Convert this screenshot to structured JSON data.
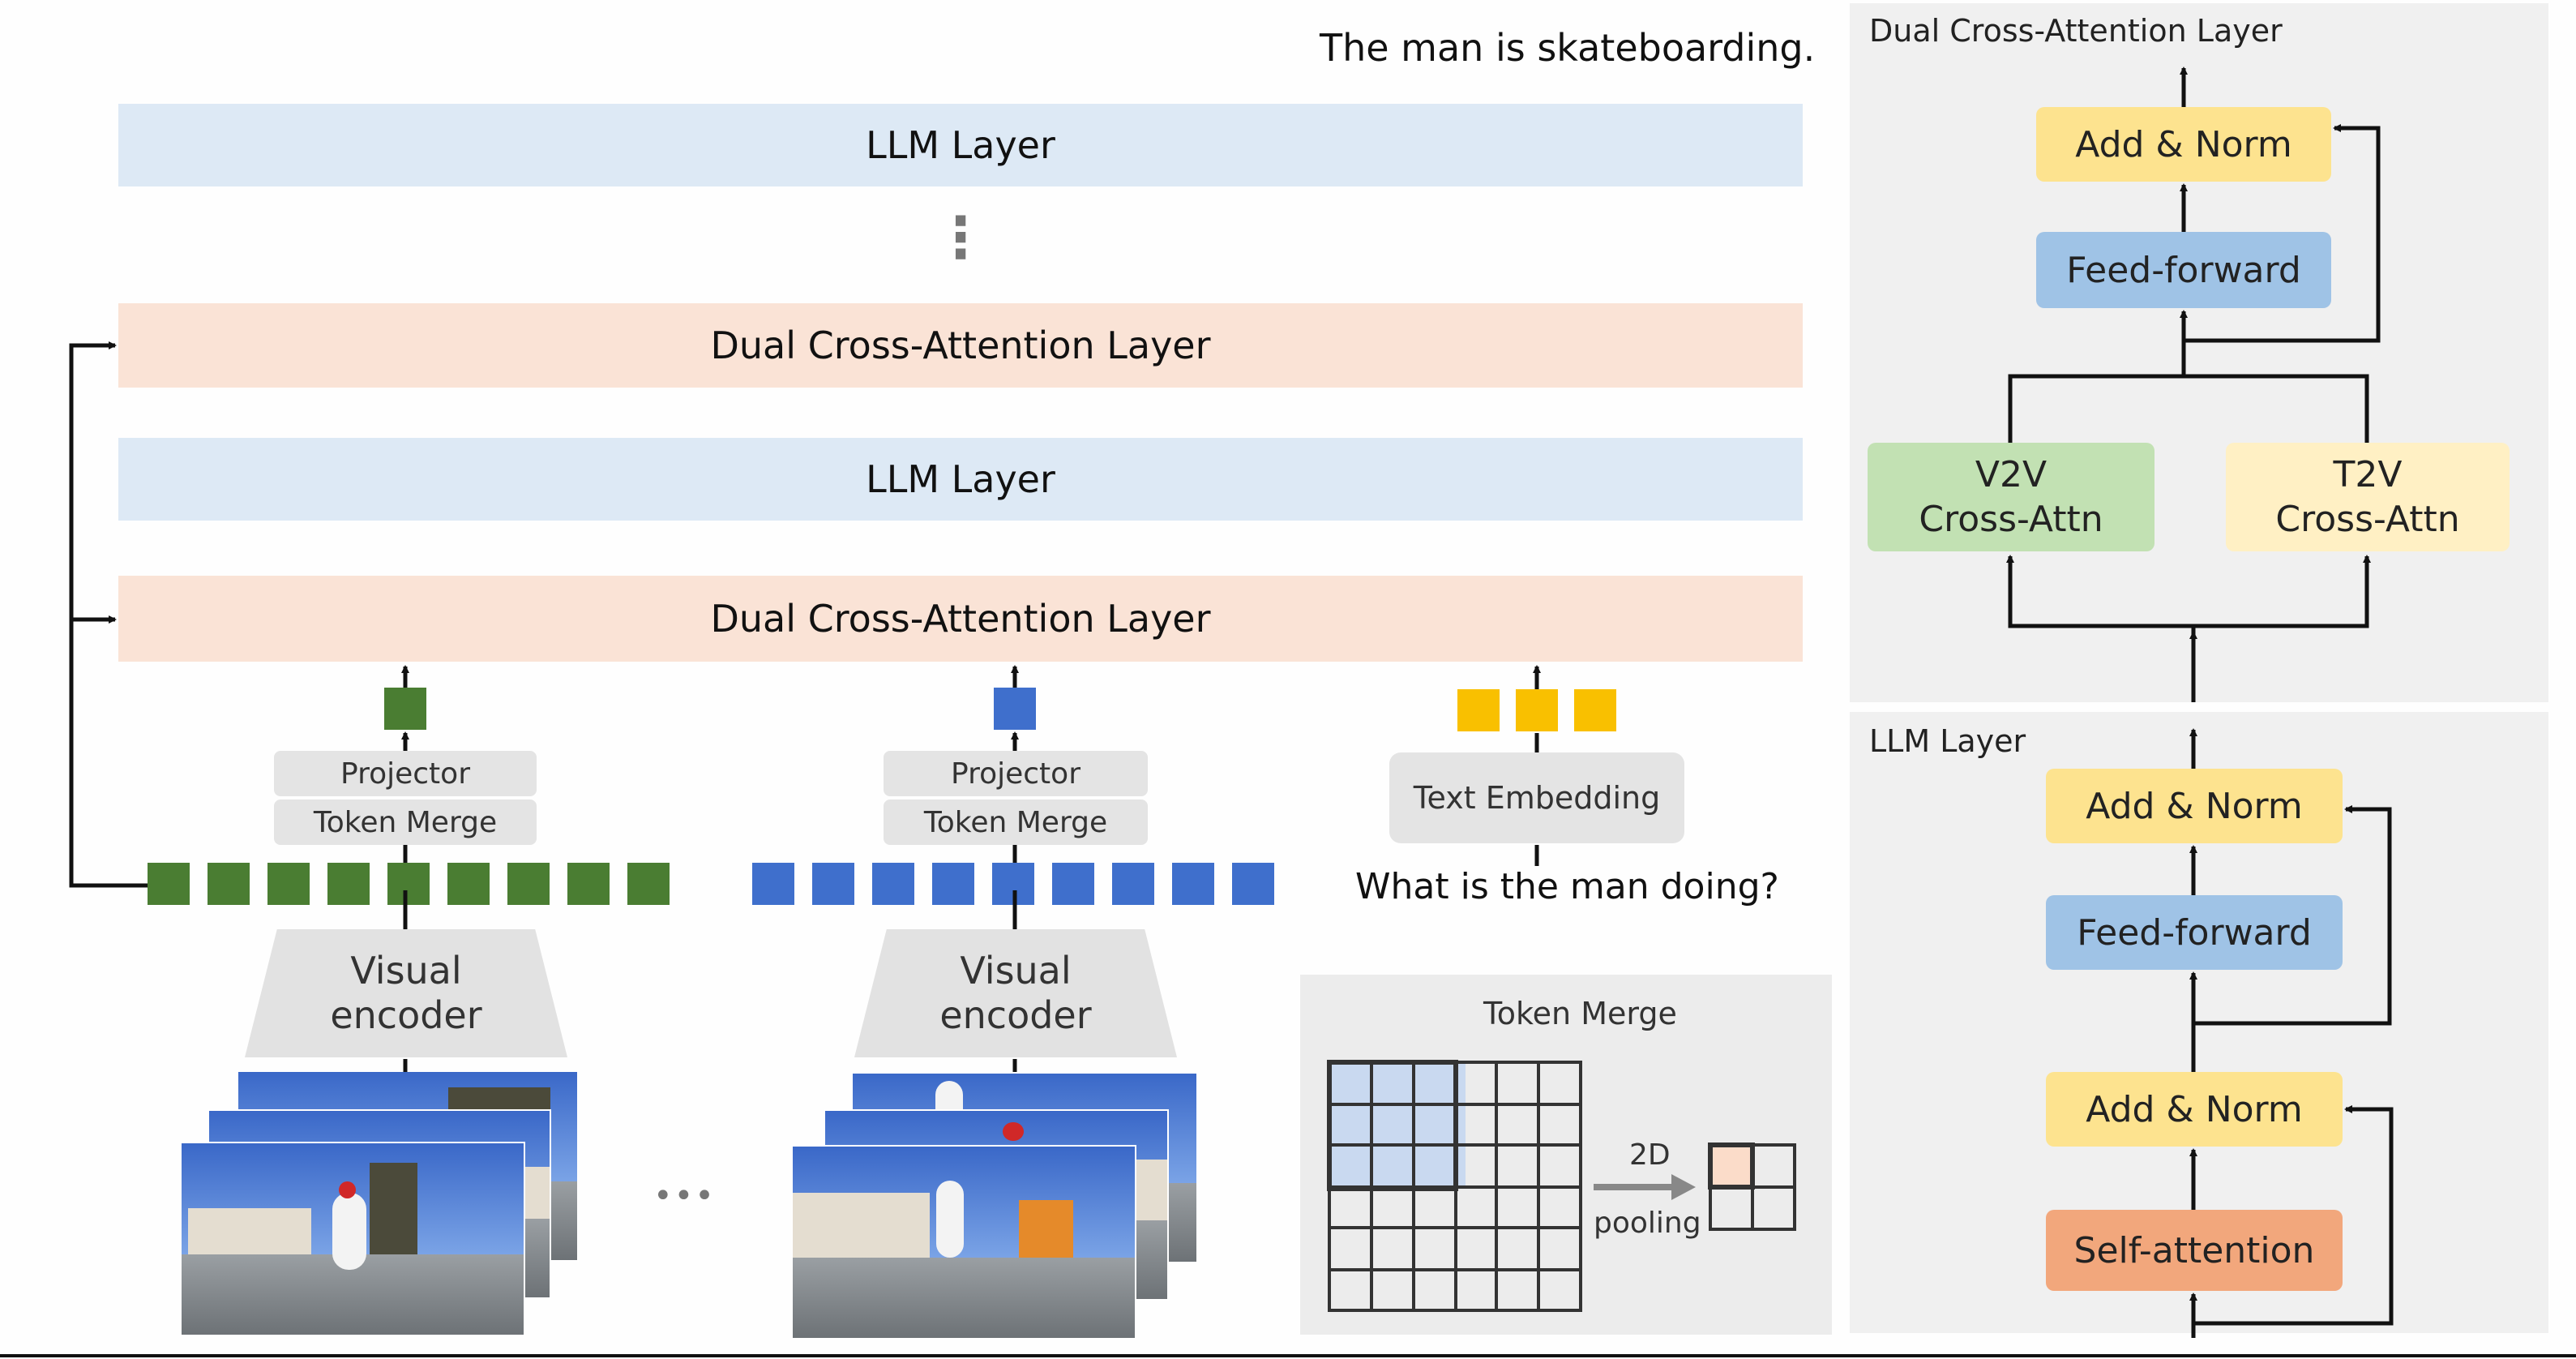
{
  "output_text": "The man is skateboarding.",
  "question_text": "What is the man doing?",
  "llm_stack": {
    "llm_layer_top": "LLM Layer",
    "ellipsis": "⋮",
    "dca_upper": "Dual Cross-Attention Layer",
    "llm_layer_mid": "LLM Layer",
    "dca_lower": "Dual Cross-Attention Layer"
  },
  "branch_left": {
    "projector": "Projector",
    "token_merge": "Token Merge",
    "encoder": "Visual\nencoder",
    "token_color": "#4a7d32"
  },
  "branch_right": {
    "projector": "Projector",
    "token_merge": "Token Merge",
    "encoder": "Visual\nencoder",
    "token_color": "#3f6fcc"
  },
  "frames_ellipsis": "•••",
  "text_branch": {
    "text_embedding": "Text Embedding",
    "token_color": "#f9c000"
  },
  "token_merge_panel": {
    "title": "Token Merge",
    "op_line1": "2D",
    "op_line2": "pooling"
  },
  "dca_panel": {
    "title": "Dual Cross-Attention Layer",
    "add_norm": "Add & Norm",
    "feed_forward": "Feed-forward",
    "v2v": "V2V\nCross-Attn",
    "t2v": "T2V\nCross-Attn"
  },
  "llm_panel": {
    "title": "LLM Layer",
    "add_norm_top": "Add & Norm",
    "feed_forward": "Feed-forward",
    "add_norm_bottom": "Add & Norm",
    "self_attention": "Self-attention"
  }
}
